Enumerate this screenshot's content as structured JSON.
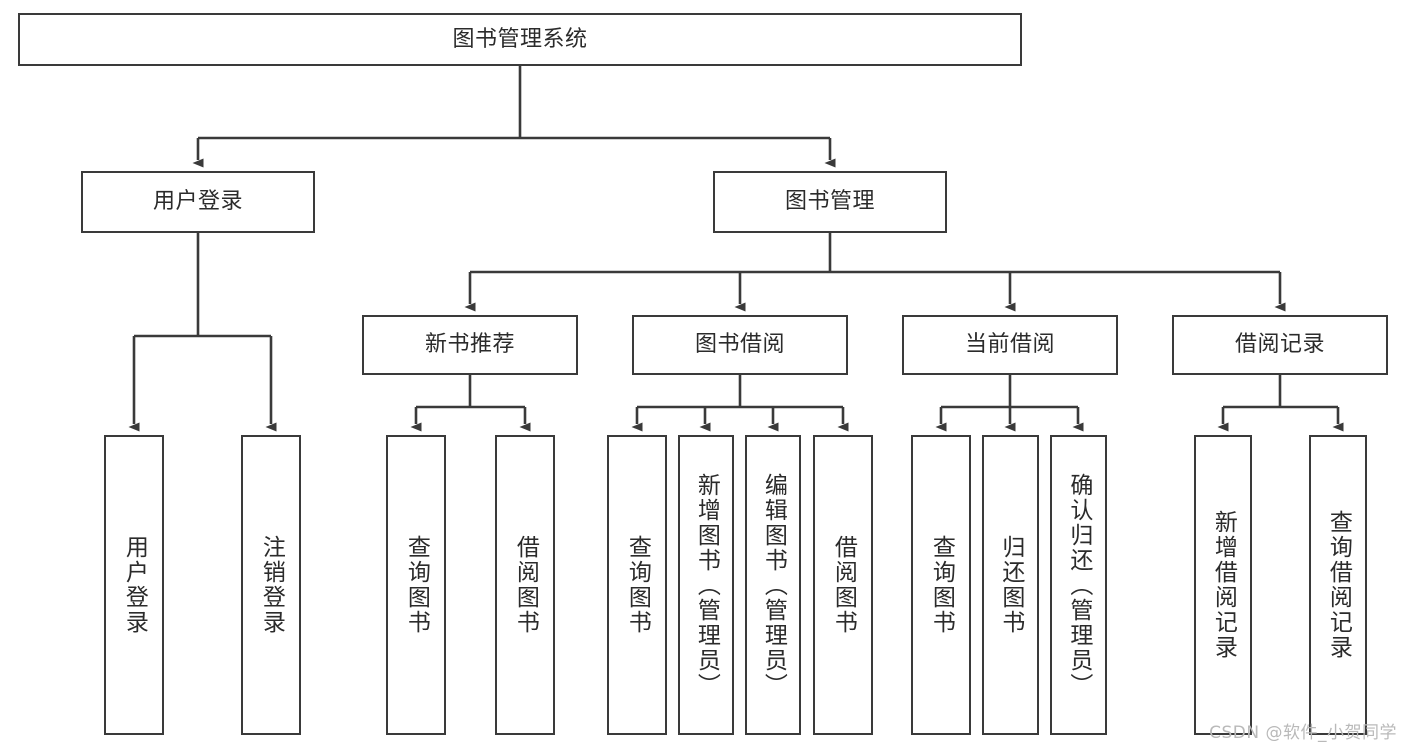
{
  "diagram": {
    "title": "图书管理系统",
    "type": "hierarchy-tree",
    "watermark": "CSDN @软件_小贺同学",
    "colors": {
      "box_border": "#3a3a3a",
      "box_fill": "#ffffff",
      "edge": "#3a3a3a",
      "text": "#2b2b2b",
      "watermark": "#b9b9b9"
    },
    "nodes": {
      "root": {
        "label": "图书管理系统",
        "level": 0
      },
      "user_login": {
        "label": "用户登录",
        "level": 1
      },
      "book_manage": {
        "label": "图书管理",
        "level": 1
      },
      "new_book_rec": {
        "label": "新书推荐",
        "level": 2
      },
      "book_borrow": {
        "label": "图书借阅",
        "level": 2
      },
      "current_borrow": {
        "label": "当前借阅",
        "level": 2
      },
      "borrow_record": {
        "label": "借阅记录",
        "level": 2
      },
      "leaf_user_login": {
        "label": "用户登录",
        "level": 3
      },
      "leaf_logout": {
        "label": "注销登录",
        "level": 3
      },
      "leaf_query_book_1": {
        "label": "查询图书",
        "level": 3
      },
      "leaf_borrow_book_1": {
        "label": "借阅图书",
        "level": 3
      },
      "leaf_query_book_2": {
        "label": "查询图书",
        "level": 3
      },
      "leaf_add_book_admin": {
        "label": "新增图书（管理员）",
        "level": 3
      },
      "leaf_edit_book_admin": {
        "label": "编辑图书（管理员）",
        "level": 3
      },
      "leaf_borrow_book_2": {
        "label": "借阅图书",
        "level": 3
      },
      "leaf_query_book_3": {
        "label": "查询图书",
        "level": 3
      },
      "leaf_return_book": {
        "label": "归还图书",
        "level": 3
      },
      "leaf_confirm_return_admin": {
        "label": "确认归还（管理员）",
        "level": 3
      },
      "leaf_add_record": {
        "label": "新增借阅记录",
        "level": 3
      },
      "leaf_query_record": {
        "label": "查询借阅记录",
        "level": 3
      }
    },
    "edges": [
      {
        "from": "root",
        "to": "user_login"
      },
      {
        "from": "root",
        "to": "book_manage"
      },
      {
        "from": "user_login",
        "to": "leaf_user_login"
      },
      {
        "from": "user_login",
        "to": "leaf_logout"
      },
      {
        "from": "book_manage",
        "to": "new_book_rec"
      },
      {
        "from": "book_manage",
        "to": "book_borrow"
      },
      {
        "from": "book_manage",
        "to": "current_borrow"
      },
      {
        "from": "book_manage",
        "to": "borrow_record"
      },
      {
        "from": "new_book_rec",
        "to": "leaf_query_book_1"
      },
      {
        "from": "new_book_rec",
        "to": "leaf_borrow_book_1"
      },
      {
        "from": "book_borrow",
        "to": "leaf_query_book_2"
      },
      {
        "from": "book_borrow",
        "to": "leaf_add_book_admin"
      },
      {
        "from": "book_borrow",
        "to": "leaf_edit_book_admin"
      },
      {
        "from": "book_borrow",
        "to": "leaf_borrow_book_2"
      },
      {
        "from": "current_borrow",
        "to": "leaf_query_book_3"
      },
      {
        "from": "current_borrow",
        "to": "leaf_return_book"
      },
      {
        "from": "current_borrow",
        "to": "leaf_confirm_return_admin"
      },
      {
        "from": "borrow_record",
        "to": "leaf_add_record"
      },
      {
        "from": "borrow_record",
        "to": "leaf_query_record"
      }
    ]
  }
}
